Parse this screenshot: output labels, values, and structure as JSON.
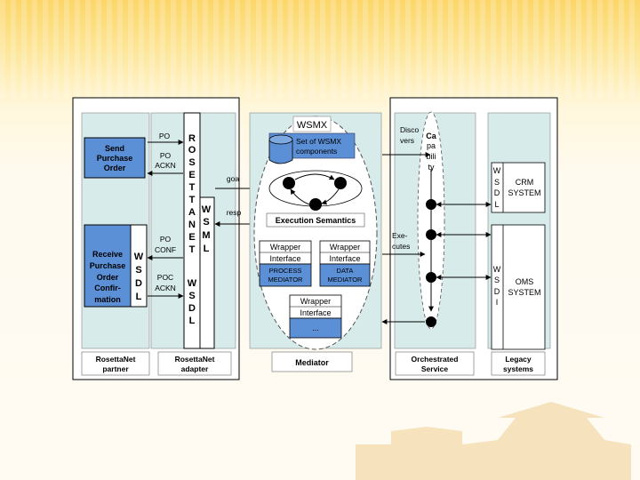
{
  "colors": {
    "panel_fill": "#d6ebea",
    "blue_box": "#5b8fd6",
    "ellipse_stroke": "#555555",
    "line": "#000000"
  },
  "partner": {
    "send_po": [
      "Send",
      "Purchase",
      "Order"
    ],
    "receive_po": [
      "Receive",
      "Purchase",
      "Order",
      "Confir-",
      "mation"
    ],
    "wsdl_letters": [
      "W",
      "S",
      "D",
      "L"
    ],
    "label": [
      "RosettaNet",
      "partner"
    ]
  },
  "messages": {
    "po": "PO",
    "po_ackn": [
      "PO",
      "ACKN"
    ],
    "po_conf": [
      "PO",
      "CONF"
    ],
    "poc_ackn": [
      "POC",
      "ACKN"
    ]
  },
  "adapter": {
    "rosettanet_letters": [
      "R",
      "O",
      "S",
      "E",
      "T",
      "T",
      "A",
      "N",
      "E",
      "T"
    ],
    "wsml_letters": [
      "W",
      "S",
      "M",
      "L"
    ],
    "wsdl_letters": [
      "W",
      "S",
      "D",
      "L"
    ],
    "goal": "goa",
    "resp": "resp",
    "label": [
      "RosettaNet",
      "adapter"
    ]
  },
  "mediator": {
    "wsmx_title": "WSMX",
    "component_set": [
      "Set of WSMX",
      "components"
    ],
    "execution_semantics": "Execution Semantics",
    "wrapper": "Wrapper",
    "interface": "Interface",
    "process_mediator": [
      "PROCESS",
      "MEDIATOR"
    ],
    "data_mediator": [
      "DATA",
      "MEDIATOR"
    ],
    "ellipsis": "...",
    "label": "Mediator"
  },
  "orchestration": {
    "discovers": [
      "Disco",
      "vers"
    ],
    "executes": [
      "Exe-",
      "cutes"
    ],
    "capability": [
      "Ca",
      "pa",
      "bili",
      "ty"
    ],
    "label": [
      "Orchestrated",
      "Service"
    ]
  },
  "legacy": {
    "wsdl_letters": [
      "W",
      "S",
      "D",
      "L"
    ],
    "wsdl_letters_2": [
      "W",
      "S",
      "D",
      "I"
    ],
    "crm": [
      "CRM",
      "SYSTEM"
    ],
    "oms": [
      "OMS",
      "SYSTEM"
    ],
    "label": [
      "Legacy",
      "systems"
    ]
  }
}
